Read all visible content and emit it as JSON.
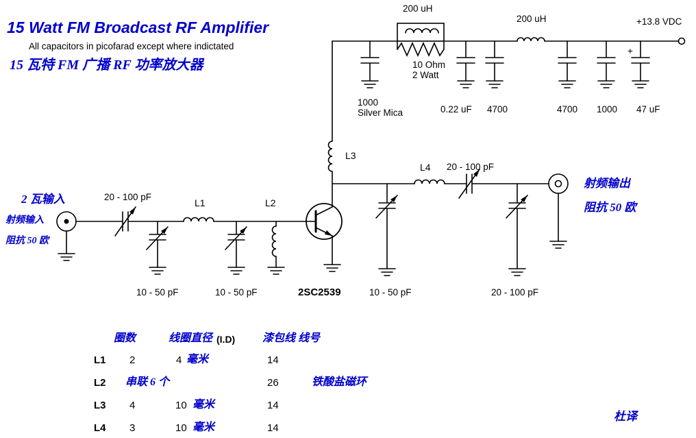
{
  "title": {
    "en": "15 Watt FM Broadcast RF Amplifier",
    "note": "All capacitors in picofarad except where indictated",
    "cn": "15 瓦特 FM 广播 RF 功率放大器"
  },
  "colors": {
    "accent": "#0000cc",
    "ink": "#000000"
  },
  "power_rail": {
    "choke1_label": "200 uH",
    "damping_resistor": "10 Ohm",
    "damping_resistor_power": "2 Watt",
    "choke2_label": "200 uH",
    "supply_label": "+13.8 VDC",
    "caps": [
      {
        "value": "1000",
        "note": "Silver Mica"
      },
      {
        "value": "0.22 uF"
      },
      {
        "value": "4700"
      },
      {
        "value": "4700"
      },
      {
        "value": "1000"
      },
      {
        "value": "47 uF",
        "polarity": "+"
      }
    ]
  },
  "input_port": {
    "power": "2 瓦输入",
    "label": "射频输入",
    "impedance": "阻抗 50 欧"
  },
  "output_port": {
    "label": "射频输出",
    "impedance": "阻抗 50 欧"
  },
  "components": {
    "input_series_cap": "20 - 100 pF",
    "trimmer1": "10 - 50 pF",
    "l1": "L1",
    "trimmer2": "10 - 50 pF",
    "l2": "L2",
    "transistor": "2SC2539",
    "l3": "L3",
    "trimmer3": "10 - 50 pF",
    "l4": "L4",
    "output_series_cap": "20 - 100 pF",
    "trimmer4": "20 - 100 pF"
  },
  "coil_table": {
    "headers": {
      "turns": "圈数",
      "diameter": "线圈直径",
      "diameter_note": "(I.D)",
      "wire": "漆包线 线号"
    },
    "rows": [
      {
        "name": "L1",
        "turns": "2",
        "dia": "4",
        "dia_unit": "毫米",
        "gauge": "14",
        "note": ""
      },
      {
        "name": "L2",
        "turns": "串联 6 个",
        "dia": "",
        "dia_unit": "",
        "gauge": "26",
        "note": "铁酸盐磁环"
      },
      {
        "name": "L3",
        "turns": "4",
        "dia": "10",
        "dia_unit": "毫米",
        "gauge": "14",
        "note": ""
      },
      {
        "name": "L4",
        "turns": "3",
        "dia": "10",
        "dia_unit": "毫米",
        "gauge": "14",
        "note": ""
      }
    ]
  },
  "credit": "杜译"
}
